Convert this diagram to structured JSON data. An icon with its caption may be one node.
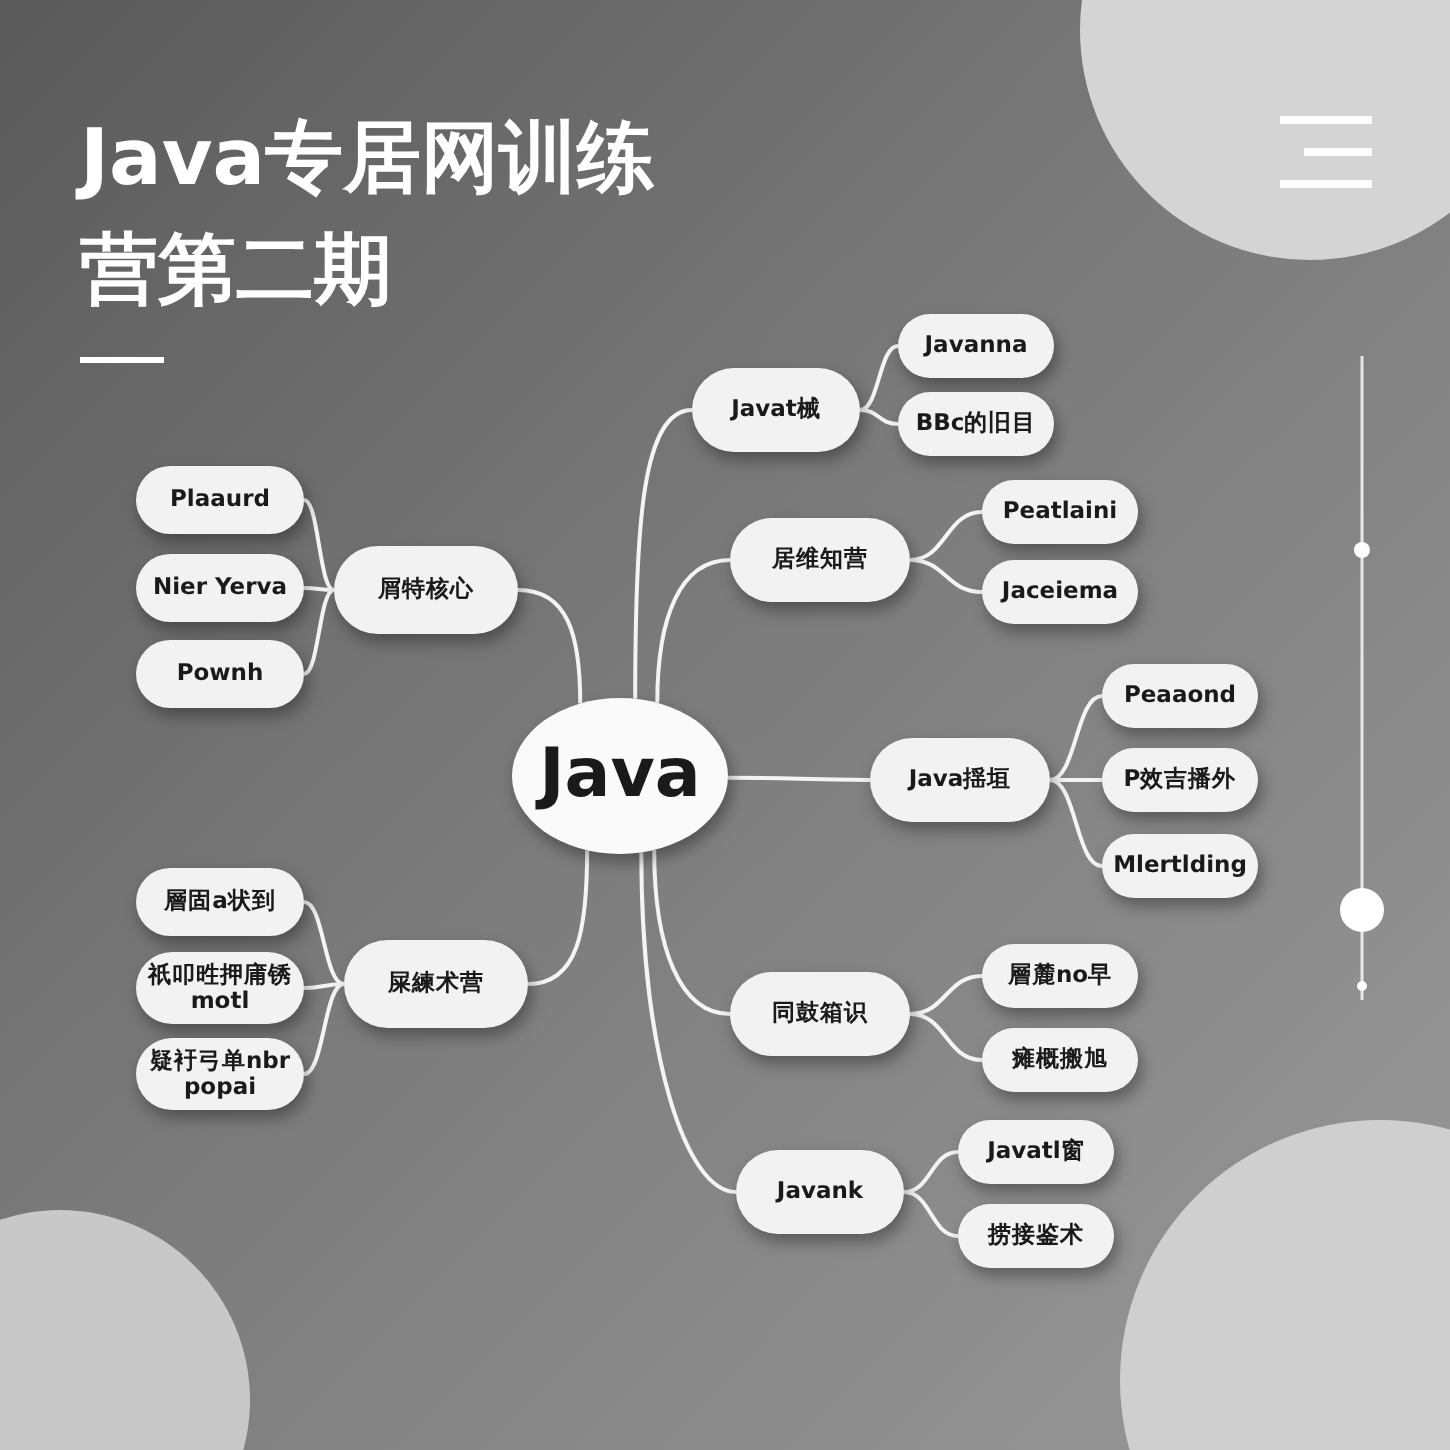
{
  "diagram": {
    "title": "Java专居网训练营第二期",
    "nodes": [
      {
        "text": [
          "Java"
        ]
      },
      {
        "text": [
          "屑特核心"
        ]
      },
      {
        "text": [
          "Plaaurd"
        ]
      },
      {
        "text": [
          "Nier Yerva"
        ]
      },
      {
        "text": [
          "Pownh"
        ]
      },
      {
        "text": [
          "屎練术营"
        ]
      },
      {
        "text": [
          "層固a状到"
        ]
      },
      {
        "text": [
          "祇叩甠押庯锈 motl"
        ]
      },
      {
        "text": [
          "疑衧弓单nbr popai"
        ]
      },
      {
        "text": [
          "Javat械"
        ]
      },
      {
        "text": [
          "Javanna"
        ]
      },
      {
        "text": [
          "BBc的旧目"
        ]
      },
      {
        "text": [
          "居维知营"
        ]
      },
      {
        "text": [
          "Peatlaini"
        ]
      },
      {
        "text": [
          "Jaceiema"
        ]
      },
      {
        "text": [
          "Java揺垣"
        ]
      },
      {
        "text": [
          "Peaaond"
        ]
      },
      {
        "text": [
          "P效吉播外"
        ]
      },
      {
        "text": [
          "Mlertlding"
        ]
      },
      {
        "text": [
          "同鼓箱识"
        ]
      },
      {
        "text": [
          "層麓no早"
        ]
      },
      {
        "text": [
          "瘫概搬旭"
        ]
      },
      {
        "text": [
          "Javank"
        ]
      },
      {
        "text": [
          "Javatl窗"
        ]
      },
      {
        "text": [
          "捞接鉴术"
        ]
      }
    ],
    "edges": [
      {
        "from": 0,
        "to": 1,
        "arrow": "none"
      },
      {
        "from": 1,
        "to": 2,
        "arrow": "none"
      },
      {
        "from": 1,
        "to": 3,
        "arrow": "none"
      },
      {
        "from": 1,
        "to": 4,
        "arrow": "none"
      },
      {
        "from": 0,
        "to": 5,
        "arrow": "none"
      },
      {
        "from": 5,
        "to": 6,
        "arrow": "none"
      },
      {
        "from": 5,
        "to": 7,
        "arrow": "none"
      },
      {
        "from": 5,
        "to": 8,
        "arrow": "none"
      },
      {
        "from": 0,
        "to": 9,
        "arrow": "none"
      },
      {
        "from": 9,
        "to": 10,
        "arrow": "none"
      },
      {
        "from": 9,
        "to": 11,
        "arrow": "none"
      },
      {
        "from": 0,
        "to": 12,
        "arrow": "none"
      },
      {
        "from": 12,
        "to": 13,
        "arrow": "none"
      },
      {
        "from": 12,
        "to": 14,
        "arrow": "none"
      },
      {
        "from": 0,
        "to": 15,
        "arrow": "none"
      },
      {
        "from": 15,
        "to": 16,
        "arrow": "none"
      },
      {
        "from": 15,
        "to": 17,
        "arrow": "none"
      },
      {
        "from": 15,
        "to": 18,
        "arrow": "none"
      },
      {
        "from": 0,
        "to": 19,
        "arrow": "none"
      },
      {
        "from": 19,
        "to": 20,
        "arrow": "none"
      },
      {
        "from": 19,
        "to": 21,
        "arrow": "none"
      },
      {
        "from": 0,
        "to": 22,
        "arrow": "none"
      },
      {
        "from": 22,
        "to": 23,
        "arrow": "none"
      },
      {
        "from": 22,
        "to": 24,
        "arrow": "none"
      }
    ]
  }
}
